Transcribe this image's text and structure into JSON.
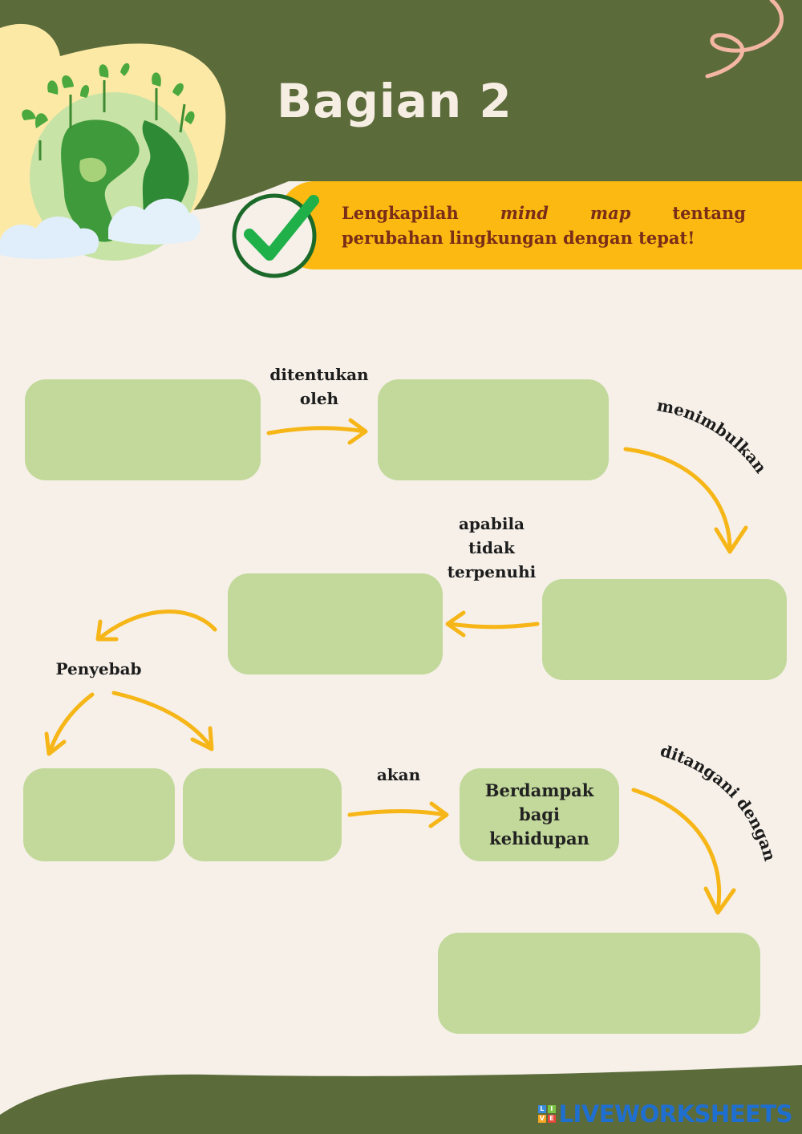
{
  "header": {
    "title": "Bagian 2",
    "instruction_parts": [
      "Lengkapilah",
      "mind",
      "map",
      "tentang"
    ],
    "instruction_line2": "perubahan lingkungan dengan tepat!"
  },
  "connectors": {
    "ditentukan_oleh": "ditentukan\noleh",
    "menimbulkan": "menimbulkan",
    "apabila_tidak_terpenuhi": "apabila\ntidak\nterpenuhi",
    "penyebab": "Penyebab",
    "akan": "akan",
    "ditangani_dengan": "ditangani dengan"
  },
  "boxes": {
    "impact_box_text": "Berdampak\nbagi\nkehidupan"
  },
  "footer": {
    "brand": "LIVEWORKSHEETS",
    "logo_letters": [
      "L",
      "I",
      "V",
      "E"
    ]
  },
  "colors": {
    "header_green": "#5b6b3a",
    "banner_yellow": "#fbb911",
    "box_green": "#c3d99b",
    "arrow_yellow": "#f7b618",
    "page_cream": "#f6f0e8",
    "check_green": "#1f9d3a"
  },
  "icons": [
    "earth-globe-icon",
    "check-mark-icon",
    "swirl-decoration-icon"
  ]
}
